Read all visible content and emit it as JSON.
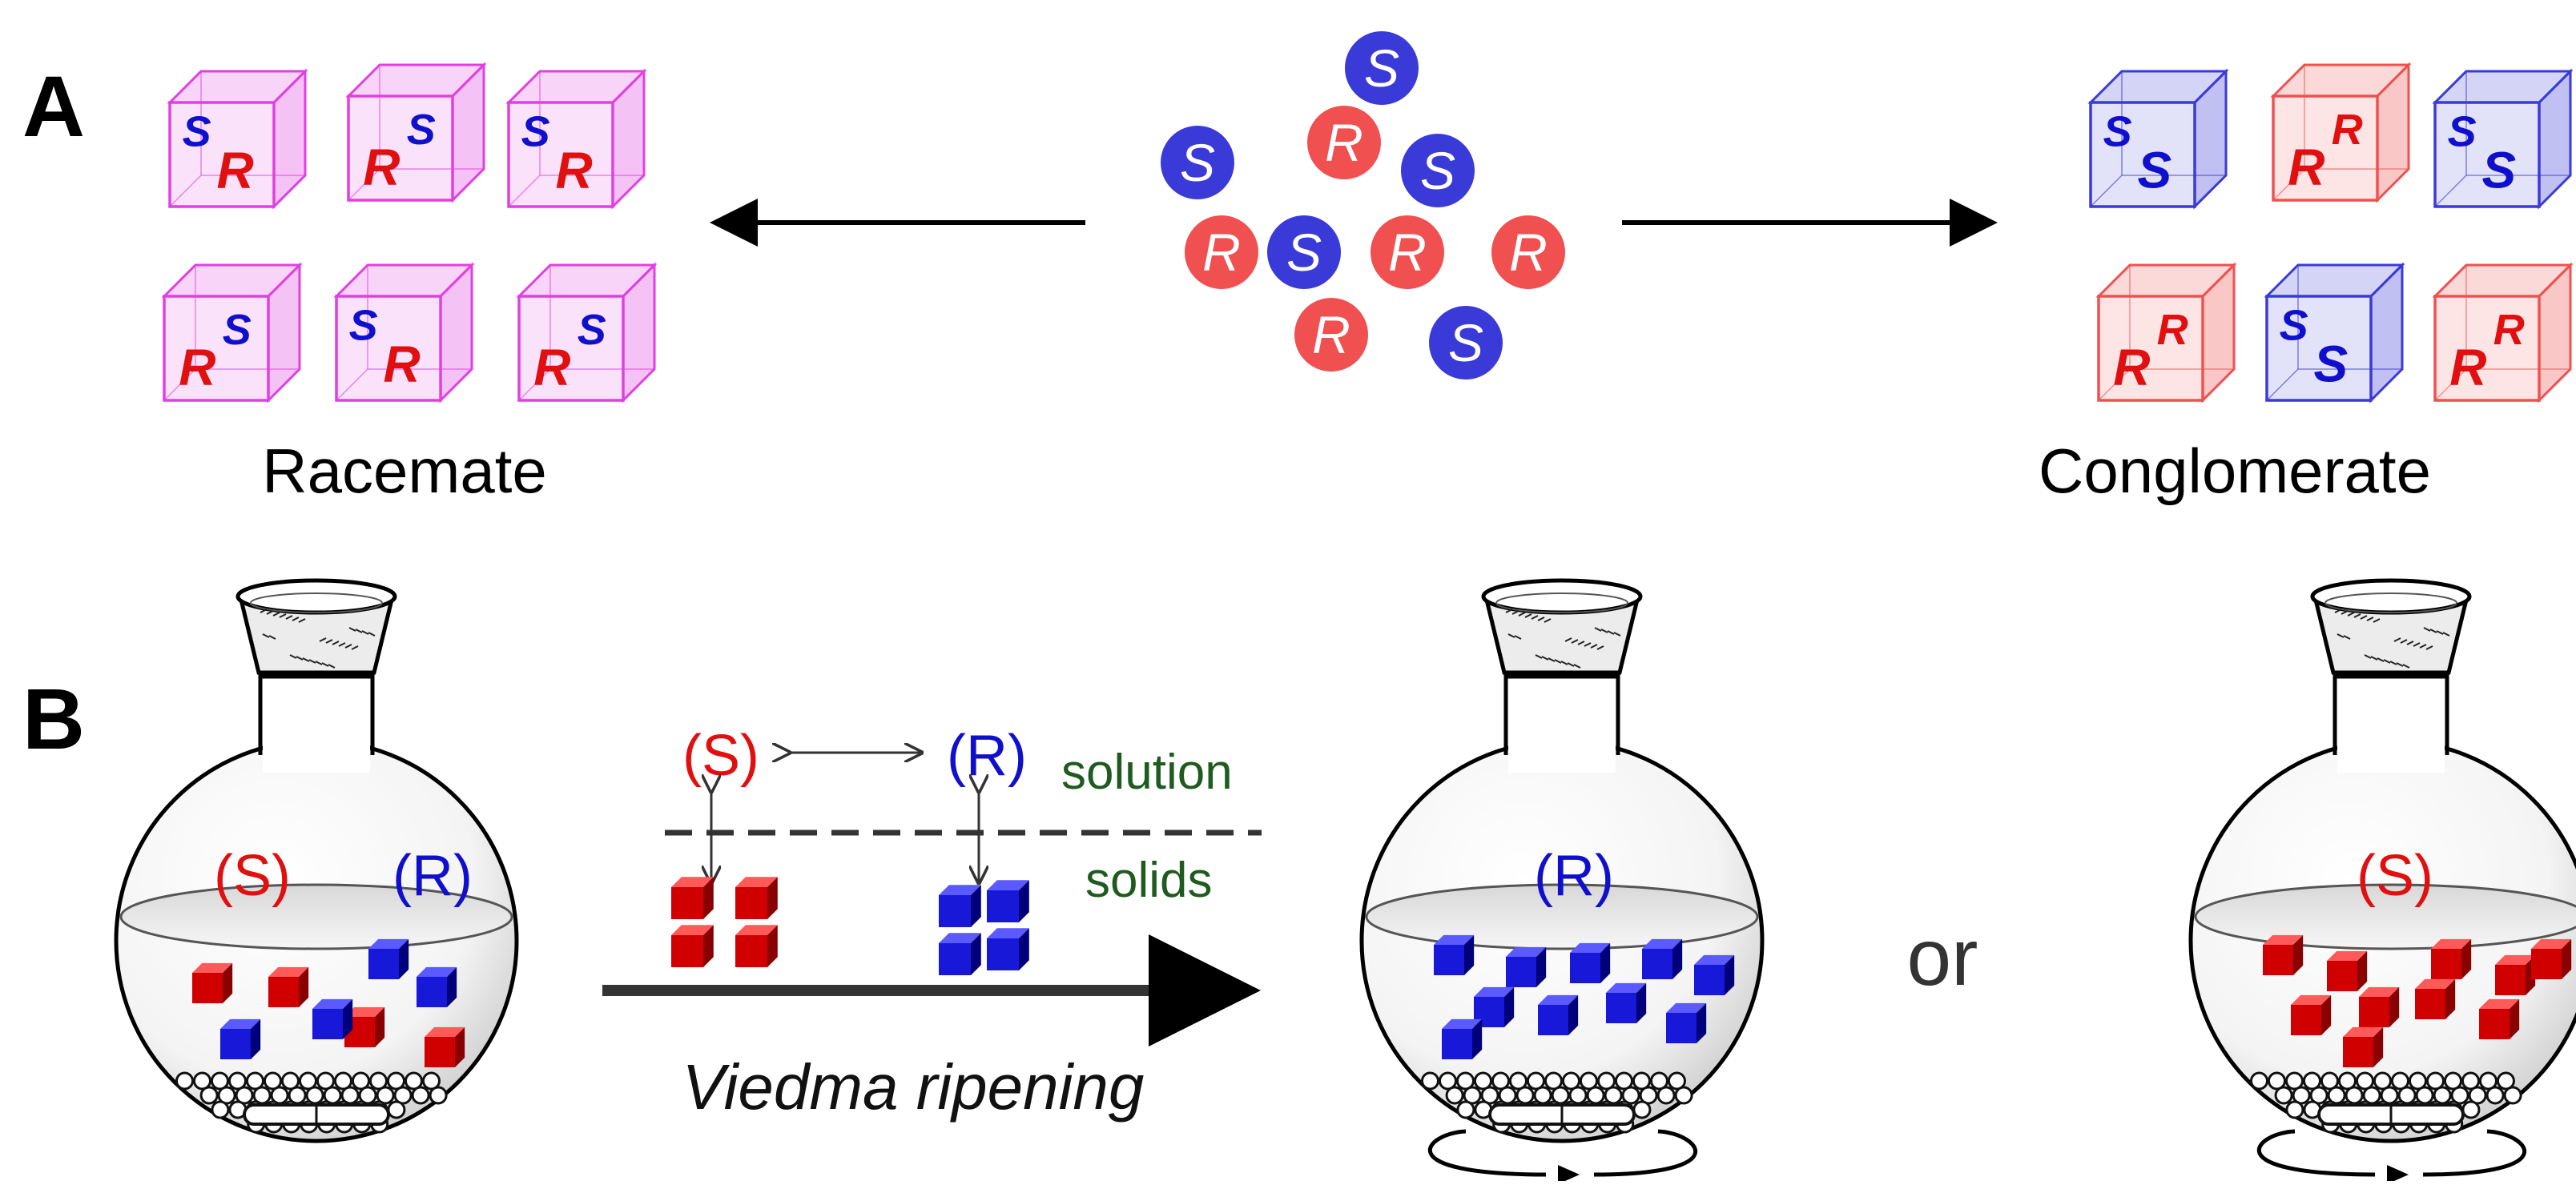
{
  "panels": {
    "a": {
      "letter": "A",
      "left_caption": "Racemate",
      "right_caption": "Conglomerate",
      "molecule_r": "R",
      "molecule_s": "S",
      "cube_r": "R",
      "cube_s": "S"
    },
    "b": {
      "letter": "B",
      "label_s": "(S)",
      "label_r": "(R)",
      "solution": "solution",
      "solids": "solids",
      "process": "Viedma ripening",
      "or": "or",
      "product_r": "(R)",
      "product_s": "(S)"
    }
  },
  "colors": {
    "racemate_cube": "#e040e0",
    "s_blue": "#3a3ad8",
    "r_red": "#f05050",
    "s_text": "#1010cc",
    "r_text": "#e01010",
    "label_green": "#1f5a1f"
  }
}
